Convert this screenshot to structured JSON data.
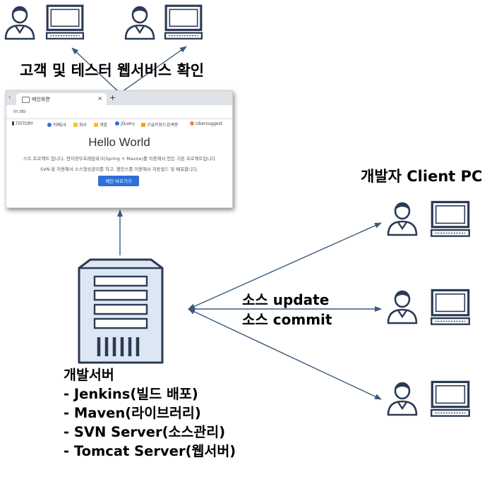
{
  "title_label": "고객 및 테스터 웹서비스 확인",
  "developer_label": "개발자 Client PC",
  "sync": {
    "update": "소스 update",
    "commit": "소스 commit"
  },
  "server": {
    "title": "개발서버",
    "items": [
      "- Jenkins(빌드 배포)",
      "- Maven(라이브러리)",
      "- SVN Server(소스관리)",
      "- Tomcat Server(웹서버)"
    ]
  },
  "browser": {
    "tab_title": "메인화면",
    "tab_close": "×",
    "new_tab": "+",
    "url": "in.do",
    "bookmarks": [
      "TISTORY",
      "카페24",
      "회사",
      "개발",
      "jQuery",
      "구글키워드검색량",
      "Ubersuggest"
    ],
    "heading": "Hello World",
    "desc_line1": "스트 프로젝트 입니다. 전자정부프레임워크(Spring + Mavne)를 이용해서 만든 기본 프로젝트입니다",
    "desc_line2": "SVN 을 이용해서 소스형상관리를 하고, 젠킨스를 이용해서 자동빌드 및 배포합니다.",
    "button": "메인 바로가기"
  },
  "colors": {
    "arrow": "#3a5a7c",
    "icon_stroke": "#2b3a55",
    "server_fill": "#dde7f3",
    "button": "#2f6fd8"
  },
  "icons": [
    "user-icon",
    "monitor-icon",
    "server-icon"
  ]
}
